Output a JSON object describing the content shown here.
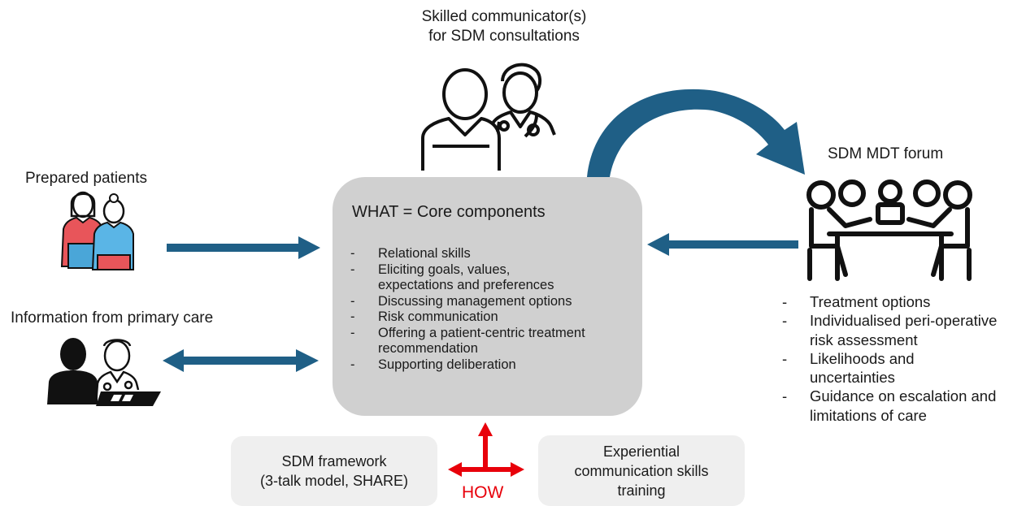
{
  "communicators": {
    "line1": "Skilled communicator(s)",
    "line2": "for SDM consultations"
  },
  "patients": {
    "label": "Prepared patients"
  },
  "primary_care": {
    "label": "Information from primary care"
  },
  "core": {
    "title": "WHAT = Core components",
    "items": [
      "Relational skills",
      "Eliciting goals, values, expectations and preferences",
      "Discussing management options",
      "Risk communication",
      "Offering a patient-centric treatment recommendation",
      "Supporting deliberation"
    ]
  },
  "mdt": {
    "title": "SDM MDT forum",
    "items": [
      "Treatment options",
      "Individualised peri-operative risk assessment",
      "Likelihoods and uncertainties",
      "Guidance on escalation and limitations of care"
    ]
  },
  "framework": {
    "line1": "SDM framework",
    "line2": "(3-talk model, SHARE)"
  },
  "training": {
    "line1": "Experiential",
    "line2": "communication skills",
    "line3": "training"
  },
  "how": "HOW",
  "colors": {
    "arrow": "#1f5f86",
    "how": "#e8000a",
    "core_bg": "#d0d0d0",
    "box_bg": "#efefef"
  },
  "icons": [
    "clinician-pair-icon",
    "patients-icon",
    "primary-care-icon",
    "mdt-meeting-icon"
  ]
}
